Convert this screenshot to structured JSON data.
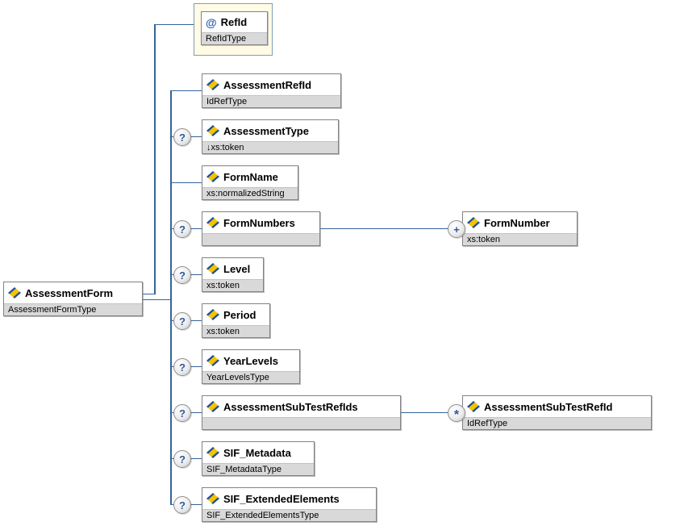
{
  "root": {
    "title": "AssessmentForm",
    "subtitle": "AssessmentFormType"
  },
  "attribute": {
    "icon": "@",
    "title": "RefId",
    "subtitle": "RefIdType"
  },
  "children": [
    {
      "title": "AssessmentRefId",
      "subtitle": "IdRefType",
      "optional": false
    },
    {
      "title": "AssessmentType",
      "subtitle": "↓xs:token",
      "optional": true
    },
    {
      "title": "FormName",
      "subtitle": "xs:normalizedString",
      "optional": false
    },
    {
      "title": "FormNumbers",
      "subtitle": "",
      "optional": true
    },
    {
      "title": "Level",
      "subtitle": "xs:token",
      "optional": true
    },
    {
      "title": "Period",
      "subtitle": "xs:token",
      "optional": true
    },
    {
      "title": "YearLevels",
      "subtitle": "YearLevelsType",
      "optional": true
    },
    {
      "title": "AssessmentSubTestRefIds",
      "subtitle": "",
      "optional": true
    },
    {
      "title": "SIF_Metadata",
      "subtitle": "SIF_MetadataType",
      "optional": true
    },
    {
      "title": "SIF_ExtendedElements",
      "subtitle": "SIF_ExtendedElementsType",
      "optional": true
    }
  ],
  "expansions": [
    {
      "marker": "+",
      "title": "FormNumber",
      "subtitle": "xs:token"
    },
    {
      "marker": "*",
      "title": "AssessmentSubTestRefId",
      "subtitle": "IdRefType"
    }
  ],
  "markers": {
    "optional": "?"
  },
  "colors": {
    "line": "#35639b",
    "box_border": "#848284",
    "band_bg": "#d9d9d9",
    "attr_box_bg": "#fffbe4",
    "attr_box_border": "#7f9db9",
    "marker_glyph": "#2e5b9a",
    "icon_blue": "#1d4e9e",
    "icon_yellow": "#f5c400"
  }
}
